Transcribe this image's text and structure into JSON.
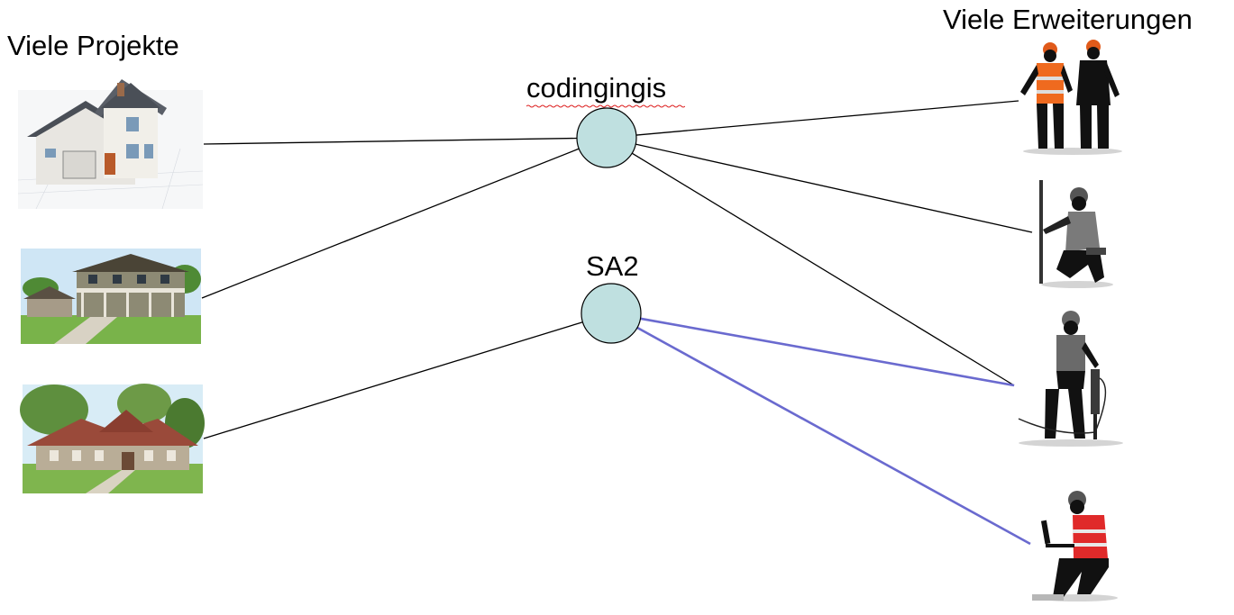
{
  "headings": {
    "projects": "Viele Projekte",
    "extensions": "Viele Erweiterungen"
  },
  "hubs": [
    {
      "id": "hub-codingingis",
      "label": "codingingis",
      "color": "#bfe0e0",
      "spellcheck_underline": true
    },
    {
      "id": "hub-sa2",
      "label": "SA2",
      "color": "#bfe0e0"
    }
  ],
  "projects": [
    {
      "id": "project-1",
      "icon": "house-icon",
      "style": "modern two-storey house on blueprints"
    },
    {
      "id": "project-2",
      "icon": "house-icon",
      "style": "country house with porch"
    },
    {
      "id": "project-3",
      "icon": "house-icon",
      "style": "stone estate house"
    }
  ],
  "workers": [
    {
      "id": "worker-1",
      "icon": "construction-workers-icon"
    },
    {
      "id": "worker-2",
      "icon": "measuring-worker-icon"
    },
    {
      "id": "worker-3",
      "icon": "jackhammer-worker-icon"
    },
    {
      "id": "worker-4",
      "icon": "laptop-worker-icon"
    }
  ],
  "connections": [
    {
      "from": "project-1",
      "to": "hub-codingingis",
      "color": "#000000"
    },
    {
      "from": "project-2",
      "to": "hub-codingingis",
      "color": "#000000"
    },
    {
      "from": "project-3",
      "to": "hub-sa2",
      "color": "#000000"
    },
    {
      "from": "hub-codingingis",
      "to": "worker-1",
      "color": "#000000"
    },
    {
      "from": "hub-codingingis",
      "to": "worker-2",
      "color": "#000000"
    },
    {
      "from": "hub-codingingis",
      "to": "worker-3",
      "color": "#000000"
    },
    {
      "from": "hub-sa2",
      "to": "worker-3",
      "color": "#6a6acf"
    },
    {
      "from": "hub-sa2",
      "to": "worker-4",
      "color": "#6a6acf"
    }
  ]
}
